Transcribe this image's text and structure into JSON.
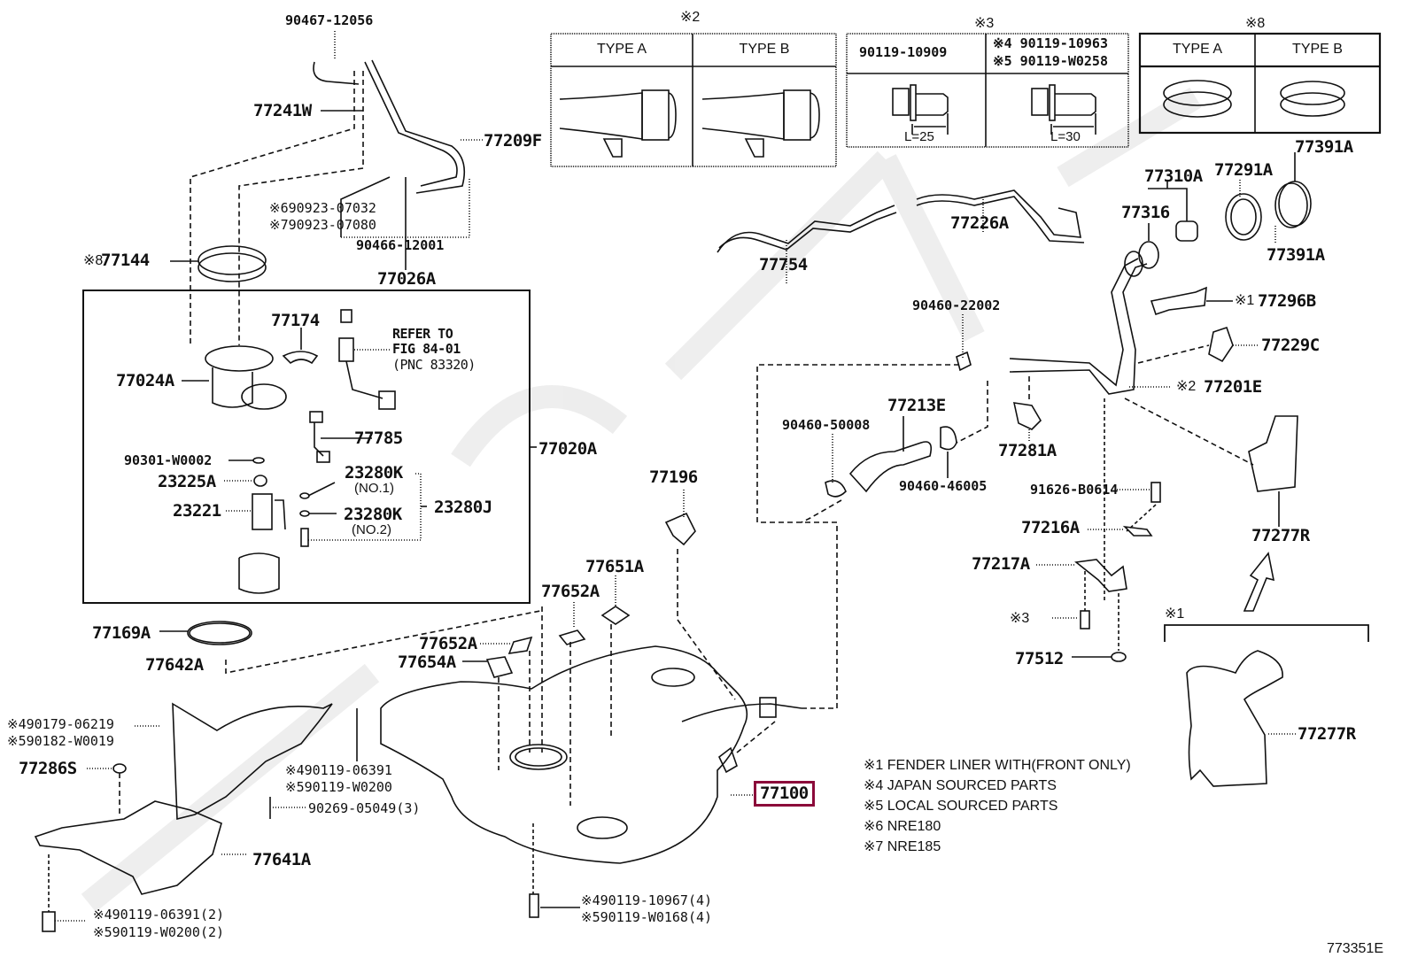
{
  "diagram": {
    "title_code": "773351E",
    "highlighted_part": "77100",
    "colors": {
      "highlight_border": "#8b0a3a",
      "line": "#111111",
      "watermark": "#ececec"
    }
  },
  "insets": {
    "type_box_2": {
      "mark": "※2",
      "col_a": "TYPE A",
      "col_b": "TYPE B"
    },
    "bolt_box_3": {
      "mark": "※3",
      "left_part": "90119-10909",
      "right_part_1": "※4 90119-10963",
      "right_part_2": "※5 90119-W0258",
      "left_length": "L=25",
      "right_length": "L=30"
    },
    "type_box_8": {
      "mark": "※8",
      "col_a": "TYPE A",
      "col_b": "TYPE B"
    },
    "fender_liner_mark": "※1"
  },
  "labels": {
    "p90467_12056": "90467-12056",
    "p77241W": "77241W",
    "p77209F": "77209F",
    "p90923_a": "※690923-07032",
    "p90923_b": "※790923-07080",
    "p90466_12001": "90466-12001",
    "p77144_mark": "※8",
    "p77144": "77144",
    "p77026A": "77026A",
    "p77174": "77174",
    "refer_1": "REFER TO",
    "refer_2": "FIG 84-01",
    "refer_3": "(PNC 83320)",
    "p77024A": "77024A",
    "p77785": "77785",
    "p90301": "90301-W0002",
    "p23225A": "23225A",
    "p23280K_1": "23280K",
    "p23280K_1_sub": "(NO.1)",
    "p23221": "23221",
    "p23280K_2": "23280K",
    "p23280K_2_sub": "(NO.2)",
    "p23280J": "23280J",
    "p77020A": "77020A",
    "p77169A": "77169A",
    "p77642A": "77642A",
    "p90179_a": "※490179-06219",
    "p90182_b": "※590182-W0019",
    "p77286S": "77286S",
    "p90119_06391_a": "※490119-06391",
    "p90119_W0200_b": "※590119-W0200",
    "p90269": "90269-05049(3)",
    "p77641A": "77641A",
    "p90119_06391_2": "※490119-06391(2)",
    "p90119_W0200_2": "※590119-W0200(2)",
    "p77196": "77196",
    "p77651A": "77651A",
    "p77652A_1": "77652A",
    "p77652A_2": "77652A",
    "p77654A": "77654A",
    "p77100": "77100",
    "p90119_10967": "※490119-10967(4)",
    "p90119_W0168": "※590119-W0168(4)",
    "p77754": "77754",
    "p77226A": "77226A",
    "p90460_22002": "90460-22002",
    "p77213E": "77213E",
    "p90460_50008": "90460-50008",
    "p90460_46005": "90460-46005",
    "p77281A": "77281A",
    "p77310A": "77310A",
    "p77291A": "77291A",
    "p77391A_top": "77391A",
    "p77391A": "77391A",
    "p77316": "77316",
    "p77296B_mark": "※1",
    "p77296B": "77296B",
    "p77229C": "77229C",
    "p77201E_mark": "※2",
    "p77201E": "77201E",
    "p91626": "91626-B0614",
    "p77216A": "77216A",
    "p77217A": "77217A",
    "p_mark3": "※3",
    "p77512": "77512",
    "p77277R_top": "77277R",
    "p77277R": "77277R"
  },
  "notes": [
    "※1 FENDER LINER WITH(FRONT ONLY)",
    "※4 JAPAN SOURCED PARTS",
    "※5 LOCAL SOURCED PARTS",
    "※6 NRE180",
    "※7 NRE185"
  ]
}
